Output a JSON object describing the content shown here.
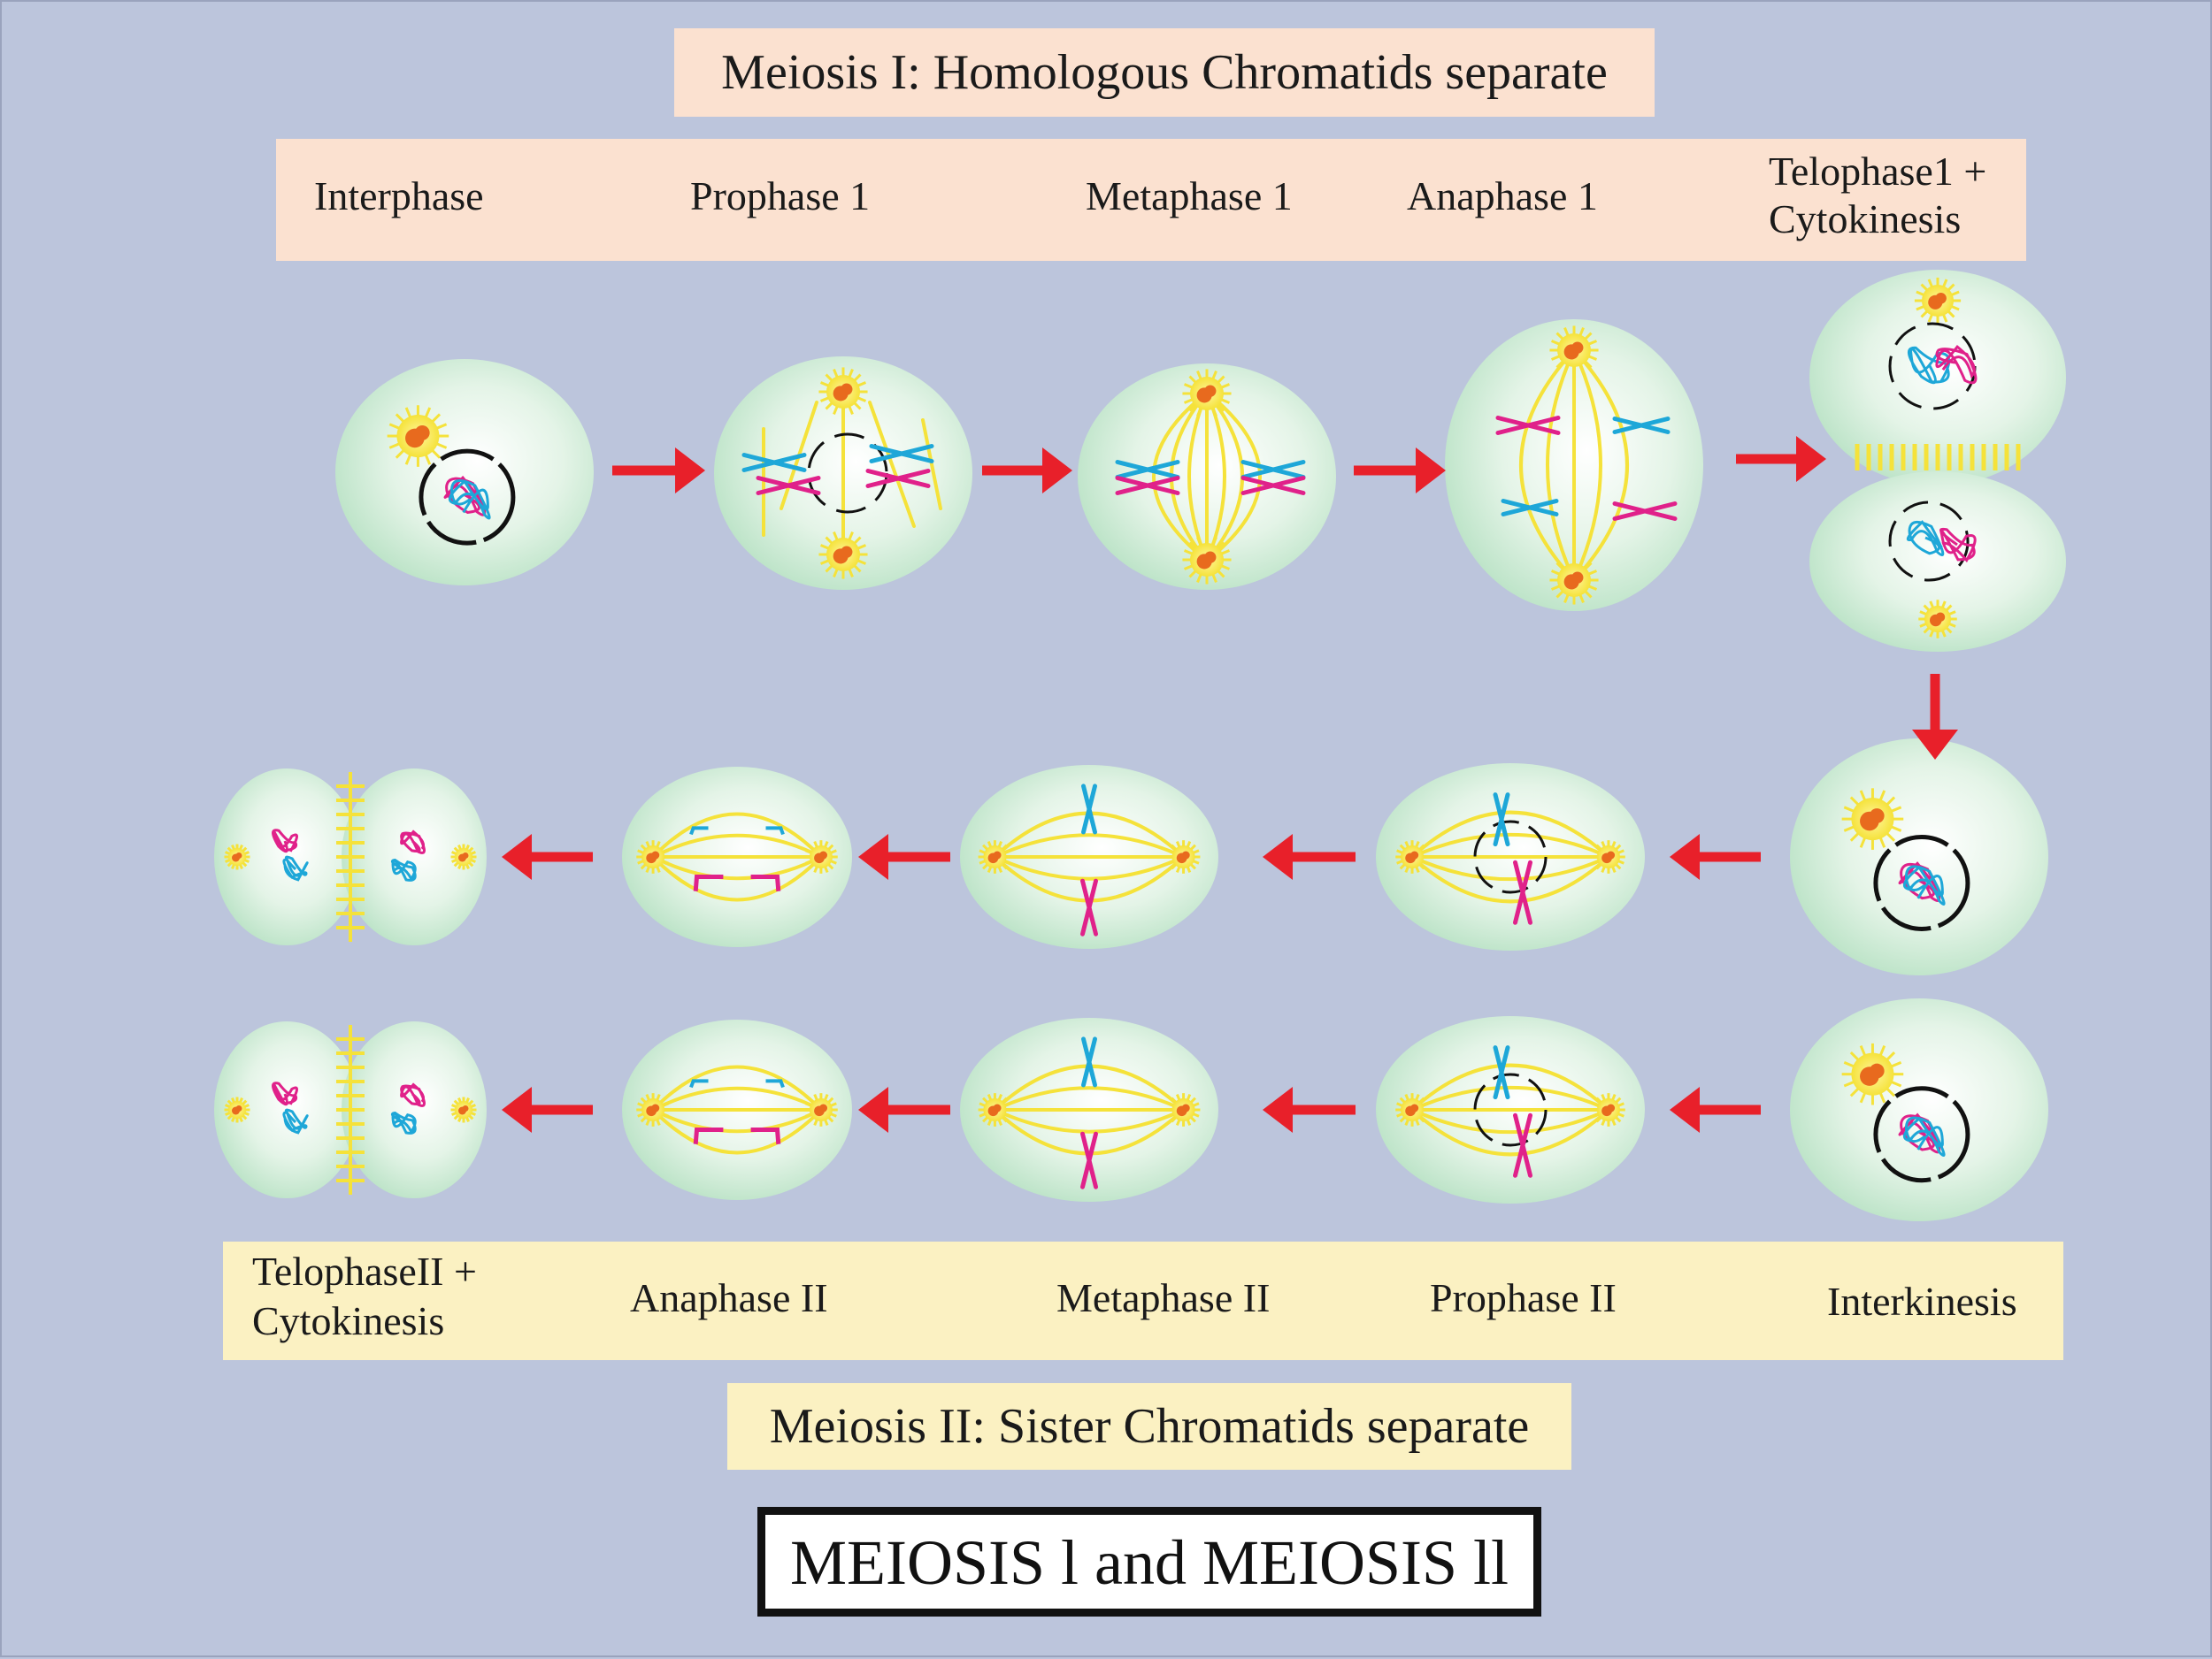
{
  "meiosis1": {
    "title": "Meiosis I: Homologous Chromatids separate",
    "stages": [
      "Interphase",
      "Prophase 1",
      "Metaphase 1",
      "Anaphase 1"
    ],
    "telophase_line1": "Telophase1 +",
    "telophase_line2": "Cytokinesis"
  },
  "meiosis2": {
    "title": "Meiosis II: Sister Chromatids separate",
    "telophase_line1": "TelophaseII +",
    "telophase_line2": "Cytokinesis",
    "stages": [
      "Anaphase II",
      "Metaphase II",
      "Prophase II",
      "Interkinesis"
    ]
  },
  "main_title": "MEIOSIS l and MEIOSIS ll",
  "colors": {
    "background": "#bcc5dc",
    "cell": "#c9e9d2",
    "spindle": "#f5e23a",
    "arrow": "#e8202a",
    "chromosome_magenta": "#e0218a",
    "chromosome_cyan": "#1ea7d8",
    "centrosome": "#e86a1e"
  }
}
